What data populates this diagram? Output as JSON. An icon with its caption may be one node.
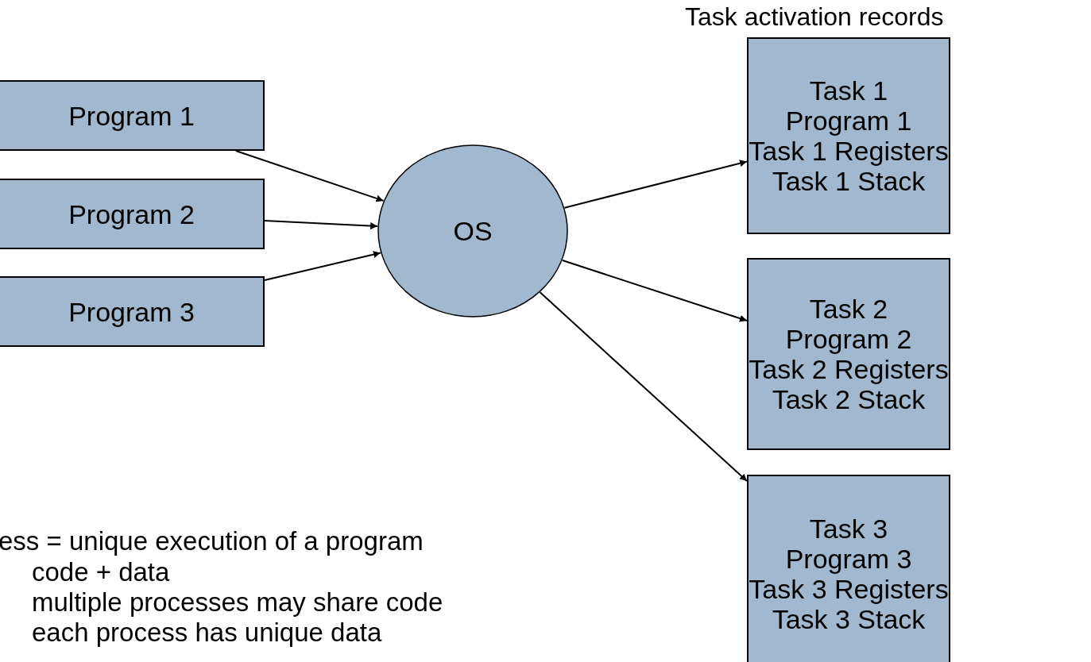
{
  "diagram": {
    "nodes": [
      {
        "text": [
          "Program 1"
        ]
      },
      {
        "text": [
          "Program 2"
        ]
      },
      {
        "text": [
          "Program 3"
        ]
      },
      {
        "text": [
          "OS"
        ]
      },
      {
        "text": [
          "Task 1",
          "Program 1",
          "Task 1 Registers",
          "Task 1 Stack"
        ],
        "beside": [
          "Task activation records"
        ]
      },
      {
        "text": [
          "Task 2",
          "Program 2",
          "Task 2 Registers",
          "Task 2 Stack"
        ]
      },
      {
        "text": [
          "Task 3",
          "Program 3",
          "Task 3 Registers",
          "Task 3 Stack"
        ]
      }
    ],
    "edges": [
      {
        "from": 0,
        "to": 3,
        "arrow": "to"
      },
      {
        "from": 1,
        "to": 3,
        "arrow": "to"
      },
      {
        "from": 2,
        "to": 3,
        "arrow": "to"
      },
      {
        "from": 3,
        "to": 4,
        "arrow": "to"
      },
      {
        "from": 3,
        "to": 5,
        "arrow": "to"
      },
      {
        "from": 3,
        "to": 6,
        "arrow": "to"
      }
    ],
    "labels": [
      "ess = unique execution of a program",
      "code + data",
      "multiple processes may share code",
      "each process has unique data"
    ]
  }
}
